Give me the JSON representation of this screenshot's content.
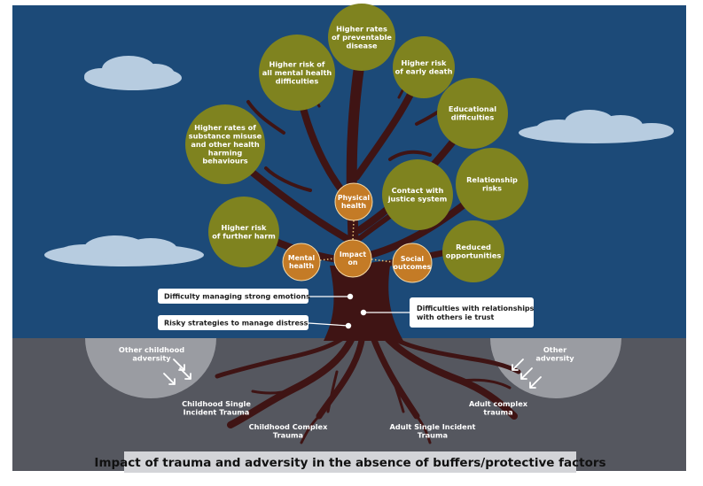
{
  "caption": "Impact of trauma and adversity in the absence of buffers/protective factors",
  "colors": {
    "sky": "#1c4a78",
    "ground": "#55575f",
    "olive": "#7f831f",
    "orange": "#c47b26",
    "trunk": "#3f1414",
    "cloud": "#b7cce0",
    "label_box": "#ffffff",
    "label_text": "#1c1c1c"
  },
  "outcomes": [
    [
      "Higher rates",
      "of preventable",
      "disease"
    ],
    [
      "Higher risk of",
      "all mental health",
      "difficulties"
    ],
    [
      "Higher risk",
      "of early death"
    ],
    [
      "Educational",
      "difficulties"
    ],
    [
      "Higher rates of",
      "substance misuse",
      "and other health",
      "harming",
      "behaviours"
    ],
    [
      "Contact with",
      "justice system"
    ],
    [
      "Relationship",
      "risks"
    ],
    [
      "Higher risk",
      "of further harm"
    ],
    [
      "Reduced",
      "opportunities"
    ]
  ],
  "impacts": [
    [
      "Physical",
      "health"
    ],
    [
      "Impact",
      "on"
    ],
    [
      "Mental",
      "health"
    ],
    [
      "Social",
      "outcomes"
    ]
  ],
  "trunk_labels": [
    "Difficulty managing strong emotions",
    "Risky strategies to manage distress",
    [
      "Difficulties with relationships",
      "with others ie trust"
    ]
  ],
  "root_labels": [
    [
      "Childhood Single",
      "Incident Trauma"
    ],
    [
      "Childhood Complex",
      "Trauma"
    ],
    [
      "Adult Single Incident",
      "Trauma"
    ],
    [
      "Adult complex",
      "trauma"
    ]
  ],
  "adversity": [
    [
      "Other childhood",
      "adversity"
    ],
    [
      "Other",
      "adversity"
    ]
  ]
}
